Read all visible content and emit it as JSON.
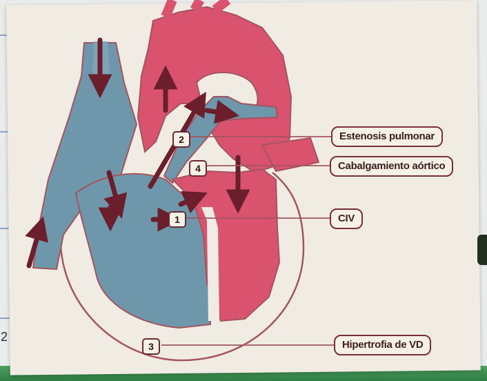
{
  "labels": {
    "estenosis": "Estenosis pulmonar",
    "cabalgamiento": "Cabalgamiento aórtico",
    "civ": "CIV",
    "hipertrofia": "Hipertrofia de VD"
  },
  "markers": {
    "m1": "1",
    "m2": "2",
    "m3": "3",
    "m4": "4"
  },
  "stray": "2",
  "colors": {
    "venous_blue": "#6f97ab",
    "arterial_red": "#d9536f",
    "arrow": "#6b1f2c",
    "outline": "#a3545f",
    "card": "#f1ece3"
  }
}
